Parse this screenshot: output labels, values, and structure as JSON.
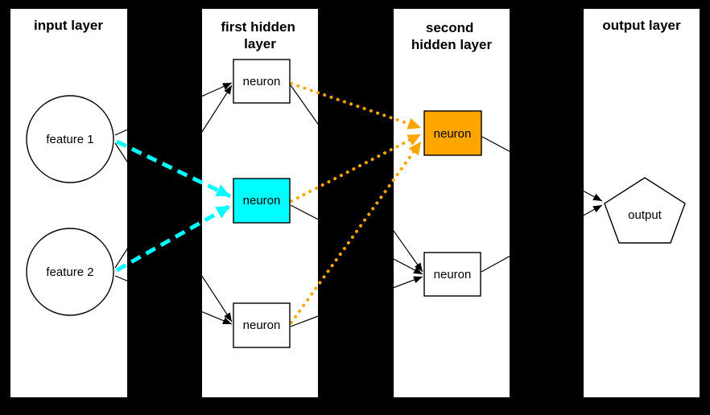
{
  "colors": {
    "background": "#000000",
    "panel": "#ffffff",
    "node_fill": "#ffffff",
    "edge": "#000000",
    "cyan": "#00ffff",
    "orange": "#ffa500"
  },
  "layers": {
    "input": {
      "title_lines": [
        "input layer"
      ]
    },
    "hidden1": {
      "title_lines": [
        "first hidden",
        "layer"
      ]
    },
    "hidden2": {
      "title_lines": [
        "second",
        "hidden layer"
      ]
    },
    "output": {
      "title_lines": [
        "output layer"
      ]
    }
  },
  "nodes": {
    "feature1": {
      "label": "feature 1",
      "shape": "circle",
      "layer": "input"
    },
    "feature2": {
      "label": "feature 2",
      "shape": "circle",
      "layer": "input"
    },
    "h1_top": {
      "label": "neuron",
      "shape": "box",
      "layer": "hidden1"
    },
    "h1_mid": {
      "label": "neuron",
      "shape": "box",
      "layer": "hidden1",
      "fill": "#00ffff"
    },
    "h1_bottom": {
      "label": "neuron",
      "shape": "box",
      "layer": "hidden1"
    },
    "h2_top": {
      "label": "neuron",
      "shape": "box",
      "layer": "hidden2",
      "fill": "#ffa500"
    },
    "h2_bottom": {
      "label": "neuron",
      "shape": "box",
      "layer": "hidden2"
    },
    "output": {
      "label": "output",
      "shape": "pentagon",
      "layer": "output"
    }
  },
  "connections": [
    {
      "from": "feature1",
      "to": "h1_top",
      "style": "solid-black"
    },
    {
      "from": "feature2",
      "to": "h1_top",
      "style": "solid-black"
    },
    {
      "from": "feature1",
      "to": "h1_mid",
      "style": "dashed-cyan"
    },
    {
      "from": "feature2",
      "to": "h1_mid",
      "style": "dashed-cyan"
    },
    {
      "from": "feature1",
      "to": "h1_bottom",
      "style": "solid-black"
    },
    {
      "from": "feature2",
      "to": "h1_bottom",
      "style": "solid-black"
    },
    {
      "from": "h1_top",
      "to": "h2_top",
      "style": "dotted-orange"
    },
    {
      "from": "h1_mid",
      "to": "h2_top",
      "style": "dotted-orange"
    },
    {
      "from": "h1_bottom",
      "to": "h2_top",
      "style": "dotted-orange"
    },
    {
      "from": "h1_top",
      "to": "h2_bottom",
      "style": "solid-black"
    },
    {
      "from": "h1_mid",
      "to": "h2_bottom",
      "style": "solid-black"
    },
    {
      "from": "h1_bottom",
      "to": "h2_bottom",
      "style": "solid-black"
    },
    {
      "from": "h2_top",
      "to": "output",
      "style": "solid-black"
    },
    {
      "from": "h2_bottom",
      "to": "output",
      "style": "solid-black"
    }
  ]
}
